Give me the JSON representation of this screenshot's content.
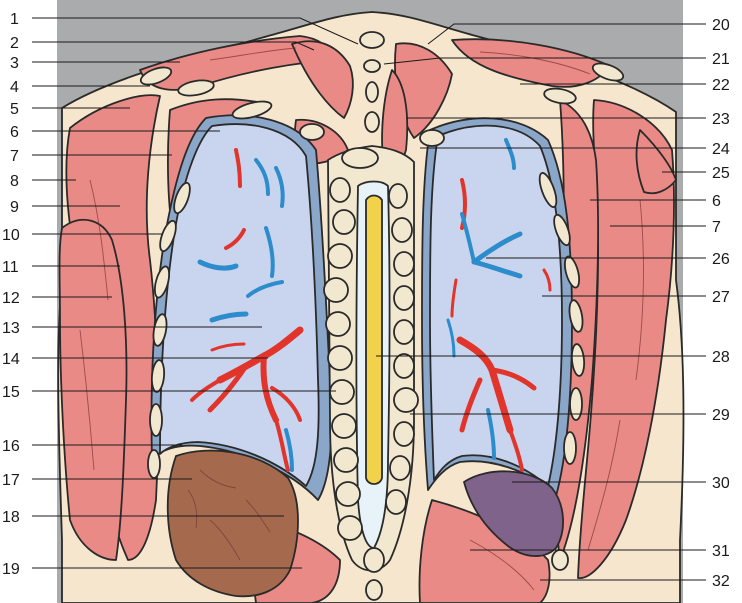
{
  "figure": {
    "palette": {
      "background": "#a9abac",
      "fat": "#f6e6cd",
      "muscle": "#e98a86",
      "lung": "#c9d5ee",
      "pleura": "#8aa6c8",
      "bone": "#f2e8cf",
      "spinal_cord": "#f2d24a",
      "artery": "#e1352b",
      "vein": "#2d8ccb",
      "liver": "#a56a4e",
      "spleen": "#80638b"
    },
    "labels_left": [
      {
        "id": "1",
        "text": "1"
      },
      {
        "id": "2",
        "text": "2"
      },
      {
        "id": "3",
        "text": "3"
      },
      {
        "id": "4",
        "text": "4"
      },
      {
        "id": "5",
        "text": "5"
      },
      {
        "id": "6",
        "text": "6"
      },
      {
        "id": "7",
        "text": "7"
      },
      {
        "id": "8",
        "text": "8"
      },
      {
        "id": "9",
        "text": "9"
      },
      {
        "id": "10",
        "text": "10"
      },
      {
        "id": "11",
        "text": "11"
      },
      {
        "id": "12",
        "text": "12"
      },
      {
        "id": "13",
        "text": "13"
      },
      {
        "id": "14",
        "text": "14"
      },
      {
        "id": "15",
        "text": "15"
      },
      {
        "id": "16",
        "text": "16"
      },
      {
        "id": "17",
        "text": "17"
      },
      {
        "id": "18",
        "text": "18"
      },
      {
        "id": "19",
        "text": "19"
      }
    ],
    "labels_right": [
      {
        "id": "20",
        "text": "20"
      },
      {
        "id": "21",
        "text": "21"
      },
      {
        "id": "22",
        "text": "22"
      },
      {
        "id": "23",
        "text": "23"
      },
      {
        "id": "24",
        "text": "24"
      },
      {
        "id": "25",
        "text": "25"
      },
      {
        "id": "6r",
        "text": "6"
      },
      {
        "id": "7r",
        "text": "7"
      },
      {
        "id": "26",
        "text": "26"
      },
      {
        "id": "27",
        "text": "27"
      },
      {
        "id": "28",
        "text": "28"
      },
      {
        "id": "29",
        "text": "29"
      },
      {
        "id": "30",
        "text": "30"
      },
      {
        "id": "31",
        "text": "31"
      },
      {
        "id": "32",
        "text": "32"
      }
    ]
  }
}
